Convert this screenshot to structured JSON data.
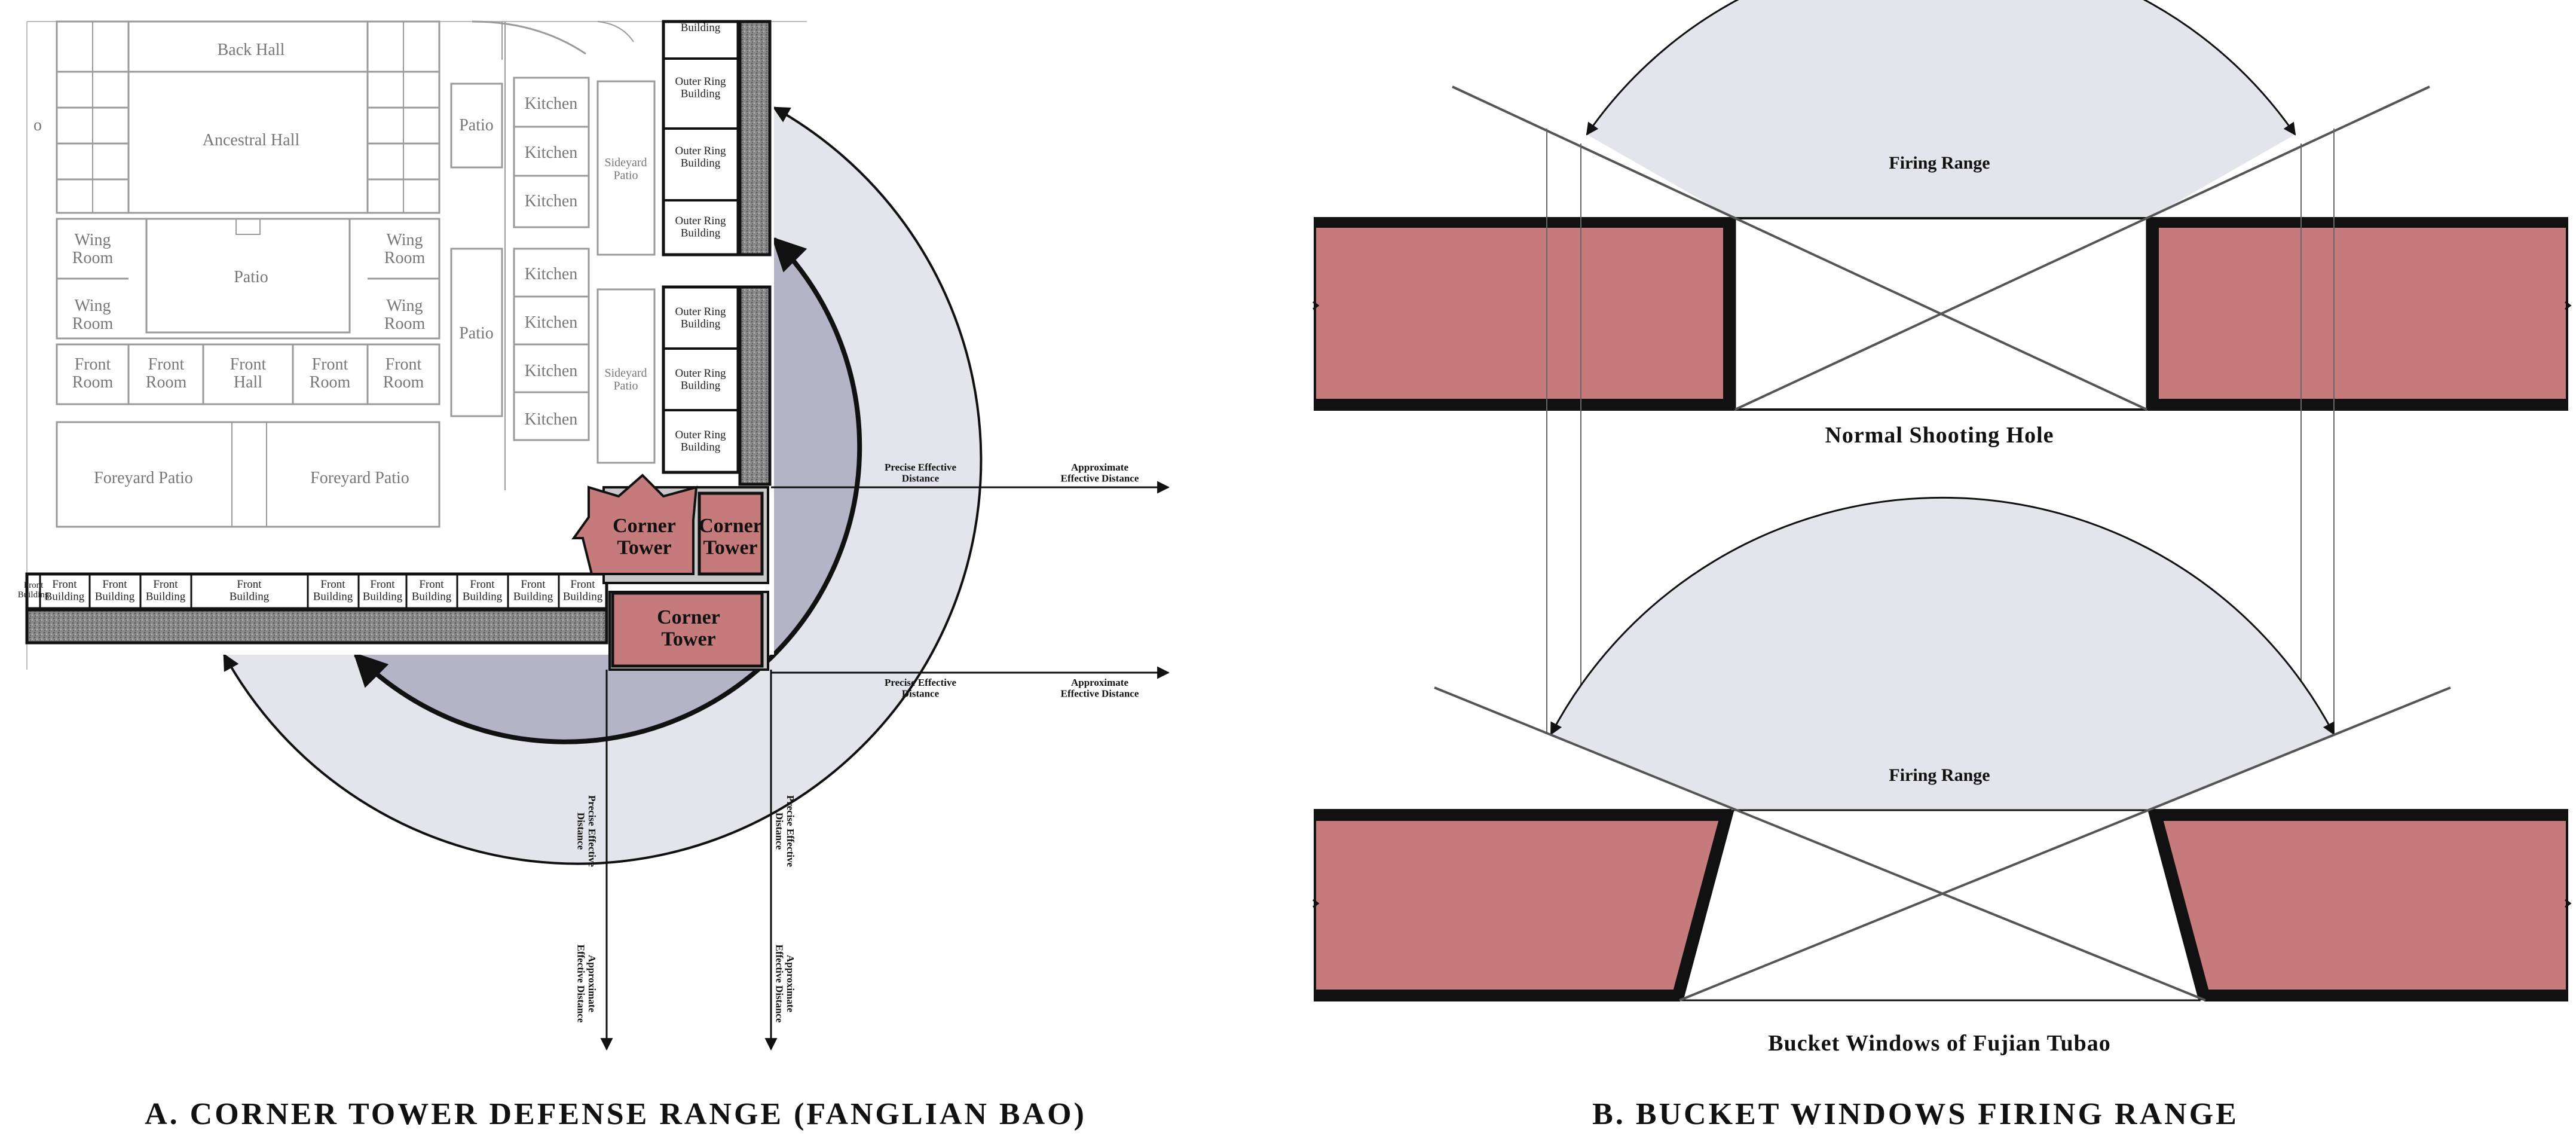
{
  "panel_a": {
    "caption": "A. CORNER TOWER DEFENSE RANGE (FANGLIAN BAO)",
    "rooms": {
      "back_hall": "Back Hall",
      "ancestral_hall": "Ancestral Hall",
      "patio": "Patio",
      "wing_room": "Wing\nRoom",
      "front_room": "Front\nRoom",
      "front_hall": "Front\nHall",
      "foreyard_patio": "Foreyard Patio",
      "kitchen": "Kitchen",
      "sideyard_patio": "Sideyard\nPatio",
      "outer_ring_building": "Outer Ring\nBuilding",
      "building_partial": "Building",
      "front_building": "Front\nBuilding",
      "front_building_wide": "Front\nBuilding",
      "corner_tower": "Corner\nTower",
      "edge_o": "o"
    },
    "distances": {
      "precise": "Precise Effective\nDistance",
      "approximate": "Approximate\nEffective Distance"
    }
  },
  "panel_b": {
    "caption": "B. BUCKET WINDOWS FIRING RANGE",
    "firing_range": "Firing Range",
    "normal_hole": "Normal Shooting Hole",
    "bucket_windows": "Bucket Windows of Fujian Tubao"
  },
  "colors": {
    "wall_brick": "#c57b7b",
    "range_precise": "#b4b4c6",
    "range_approx": "#e4e4ec",
    "plan_line": "#9a9a9a",
    "ink": "#111111"
  }
}
